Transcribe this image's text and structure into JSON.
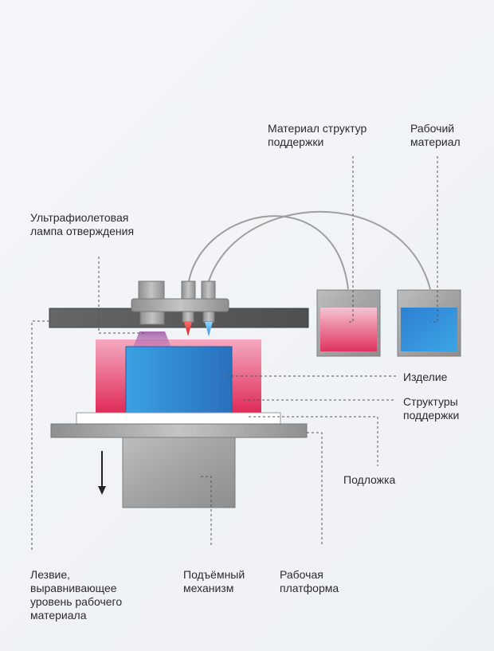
{
  "labels": {
    "support_material": [
      "Материал структур",
      "поддержки"
    ],
    "build_material": [
      "Рабочий",
      "материал"
    ],
    "uv_lamp": [
      "Ультрафиолетовая",
      "лампа отверждения"
    ],
    "part": [
      "Изделие"
    ],
    "support_structures": [
      "Структуры",
      "поддержки"
    ],
    "substrate": [
      "Подложка"
    ],
    "blade": [
      "Лезвие,",
      "выравнивающее",
      "уровень рабочего",
      "материала"
    ],
    "lift": [
      "Подъёмный",
      "механизм"
    ],
    "platform": [
      "Рабочая",
      "платформа"
    ]
  },
  "colors": {
    "part": "#2f86d6",
    "support": "#e0325f",
    "support_light": "#f2b8cb",
    "steel": "#9a9a9a",
    "bar": "#555555"
  }
}
